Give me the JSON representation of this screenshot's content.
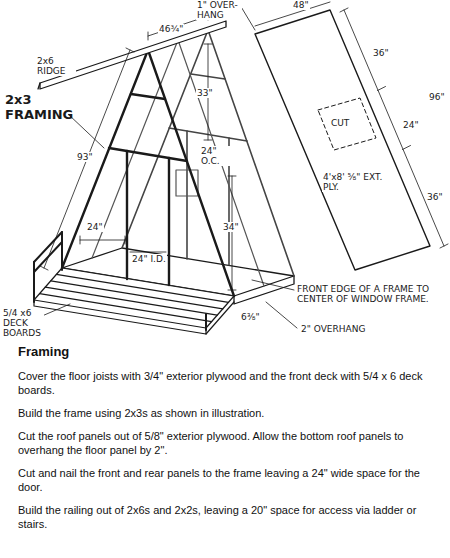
{
  "diagram": {
    "title": "Framing",
    "labels": [
      "1\" OVER- HANG",
      "48\"",
      "46¾\"",
      "2x6 RIDGE",
      "2x3 FRAMING",
      "93\"",
      "33\"",
      "24\" O.C.",
      "24\"",
      "24\" I.D.",
      "34\"",
      "6⅜\"",
      "36\"",
      "24\"",
      "96\"",
      "36\"",
      "CUT",
      "4'x8' ⅝\" EXT. PLY.",
      "2\" OVERHANG",
      "FRONT EDGE OF A FRAME TO CENTER OF WINDOW FRAME.",
      "5/4 x6 DECK BOARDS",
      "Cover the floor joists with 3/4\" exterior plywood and the front deck with 5/4 x 6 deck boards.",
      "Build the frame using 2x3s as shown in illustration.",
      "Cut the roof panels out of 5/8\" exterior plywood. Allow the bottom roof panels to overhang the floor panel by 2\".",
      "Cut and nail the front and rear panels to the frame leaving a 24\" wide space for the door.",
      "Build the railing out of 2x6s and 2x2s, leaving a 20\" space for access via ladder or stairs."
    ]
  }
}
